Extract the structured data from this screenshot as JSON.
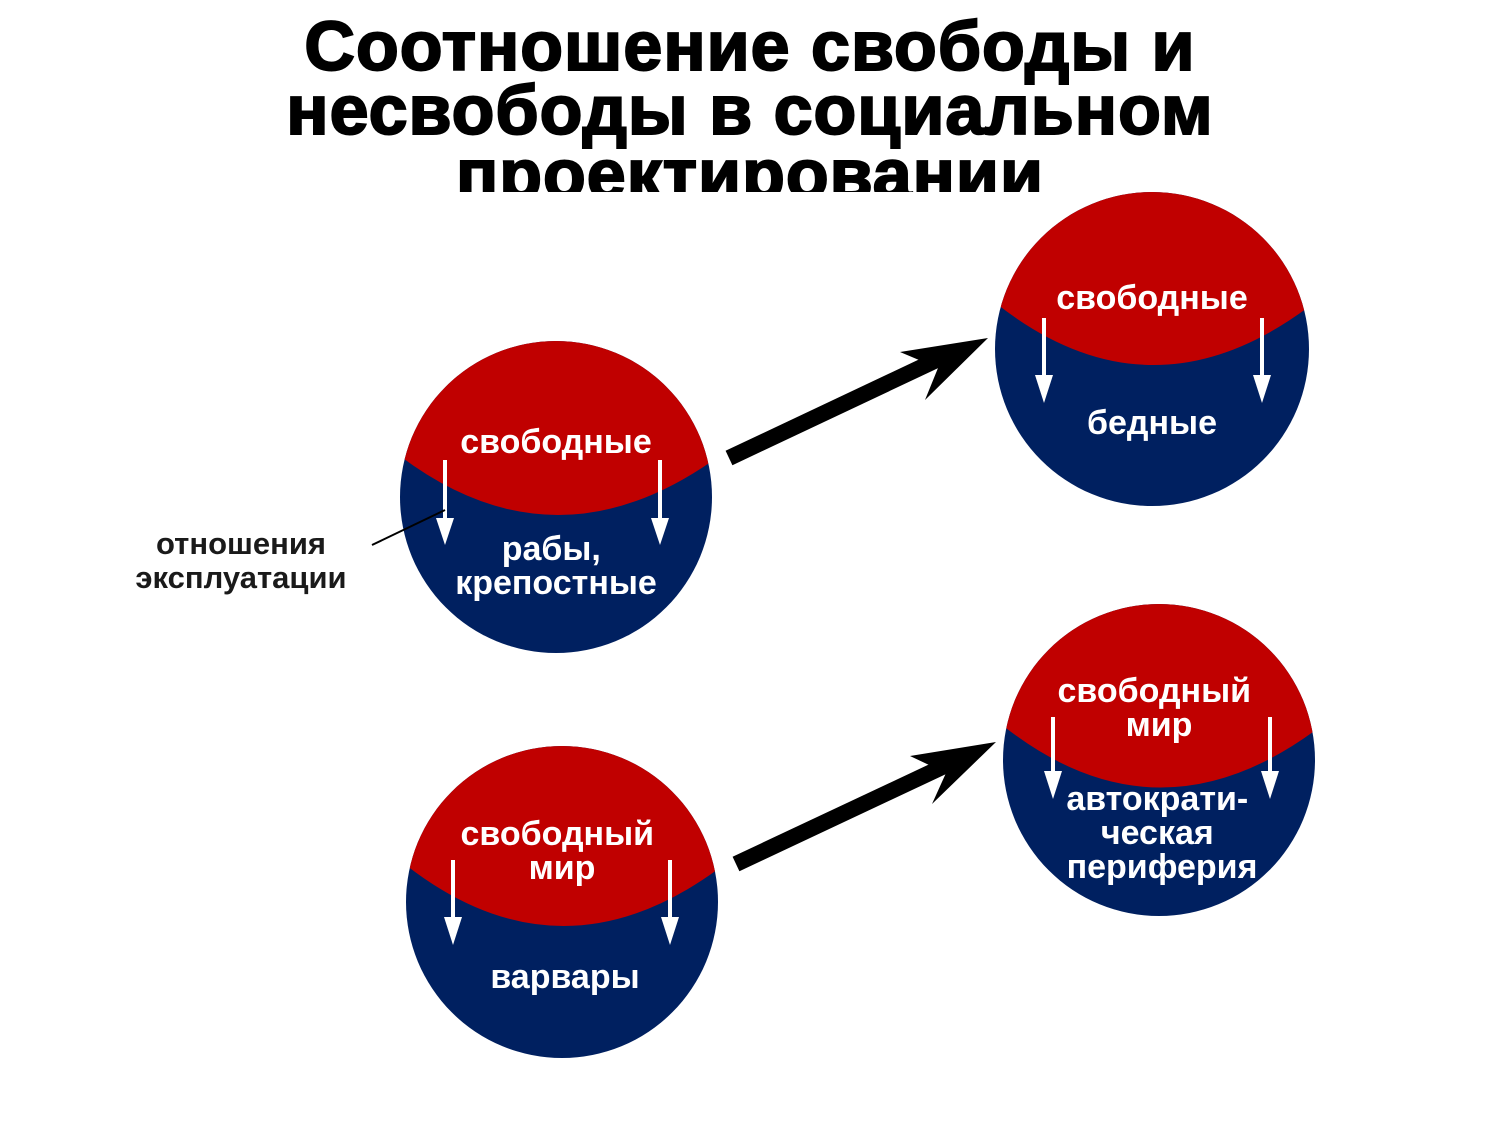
{
  "title": {
    "line1": "Соотношение свободы и",
    "line2": "несвободы в социальном",
    "line3": "проектировании"
  },
  "colors": {
    "red": "#c00000",
    "blue": "#002060",
    "white": "#ffffff",
    "black": "#000000"
  },
  "annotation": {
    "line1": "отношения",
    "line2": "эксплуатации"
  },
  "circles": {
    "slaves": {
      "top": [
        "свободные"
      ],
      "bottom": [
        "рабы,",
        "крепостные"
      ]
    },
    "poor": {
      "top": [
        "свободные"
      ],
      "bottom": [
        "бедные"
      ]
    },
    "barbarians": {
      "top": [
        "свободный",
        "мир"
      ],
      "bottom": [
        "варвары"
      ]
    },
    "periphery": {
      "top": [
        "свободный",
        "мир"
      ],
      "bottom": [
        "автократи-",
        "ческая",
        "периферия"
      ]
    }
  }
}
